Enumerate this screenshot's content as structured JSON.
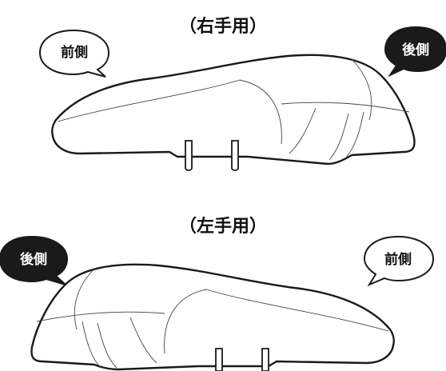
{
  "top_section": {
    "title": "（右手用）",
    "label_left": "前側",
    "label_right": "後側"
  },
  "bottom_section": {
    "title": "（左手用）",
    "label_left": "後側",
    "label_right": "前側"
  },
  "colors": {
    "outline": "#1a1a1a",
    "dark_bubble": "#1a1a1a",
    "light_bubble": "#ffffff"
  }
}
